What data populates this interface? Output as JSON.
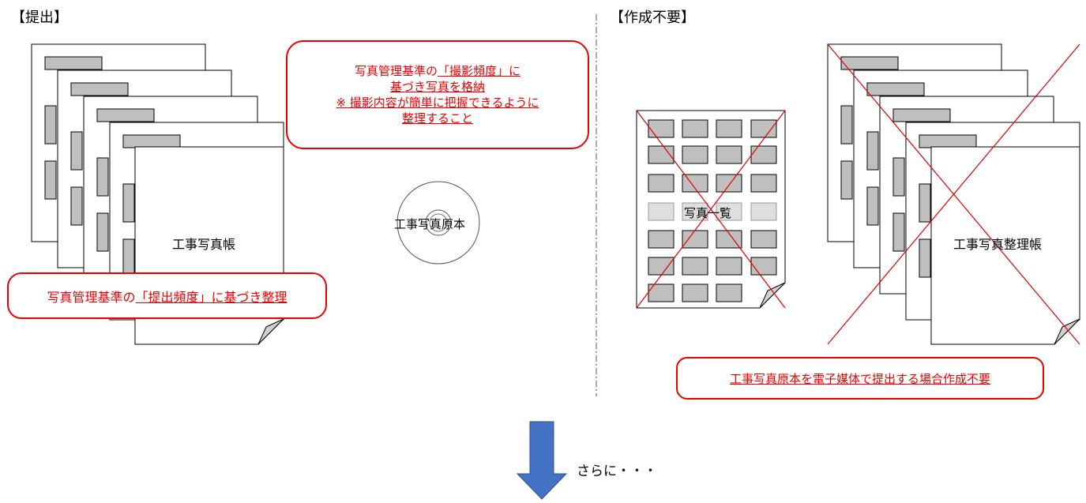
{
  "headings": {
    "submit": "【提出】",
    "not_required": "【作成不要】"
  },
  "left": {
    "album_label": "工事写真帳",
    "callout_prefix": "写真管理基準の",
    "callout_underlined": "「提出頻度」に基づき整理"
  },
  "center": {
    "callout_line1_prefix": "写真管理基準の",
    "callout_line1_underlined": "「撮影頻度」に",
    "callout_line2": "基づき写真を格納",
    "callout_line3": "※ 撮影内容が簡単に把握できるように",
    "callout_line4": "整理すること",
    "disc_label": "工事写真原本"
  },
  "right": {
    "list_label": "写真一覧",
    "album_label": "工事写真整理帳",
    "callout": "工事写真原本を電子媒体で提出する場合作成不要"
  },
  "bottom": {
    "arrow_text": "さらに・・・"
  },
  "colors": {
    "accent_red": "#e00000",
    "thumb_gray": "#bfbfbf",
    "thumb_light": "#dedede",
    "arrow_blue": "#4472c4"
  }
}
